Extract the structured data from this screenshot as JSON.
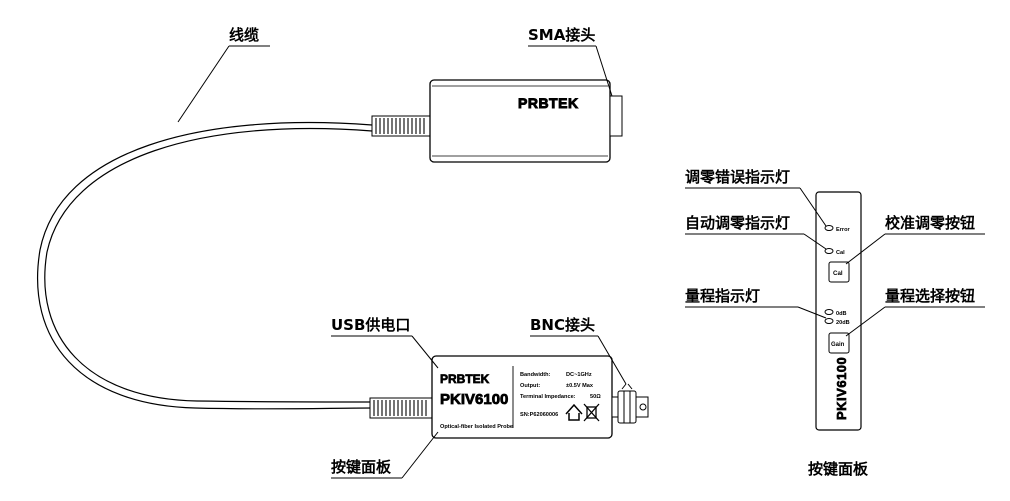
{
  "labels": {
    "cable": "线缆",
    "sma": "SMA接头",
    "usb_power": "USB供电口",
    "bnc": "BNC接头",
    "key_panel": "按键面板",
    "error_led": "调零错误指示灯",
    "auto_zero_led": "自动调零指示灯",
    "cal_button": "校准调零按钮",
    "range_led": "量程指示灯",
    "range_select_button": "量程选择按钮",
    "key_panel_right": "按键面板"
  },
  "sma_box": {
    "brand": "PRBTEK"
  },
  "main_box": {
    "brand": "PRBTEK",
    "model": "PKIV6100",
    "subtitle": "Optical-fiber Isolated Probe",
    "spec1_key": "Bandwidth:",
    "spec1_val": "DC~1GHz",
    "spec2_key": "Output:",
    "spec2_val": "±0.5V Max",
    "spec3_key": "Terminal Impedance:",
    "spec3_val": "50Ω",
    "sn": "SN:P62060006"
  },
  "panel": {
    "error": "Error",
    "cal_led": "Cal",
    "cal_btn": "Cal",
    "db0": "0dB",
    "db20": "20dB",
    "gain_btn": "Gain",
    "model": "PKIV6100"
  }
}
